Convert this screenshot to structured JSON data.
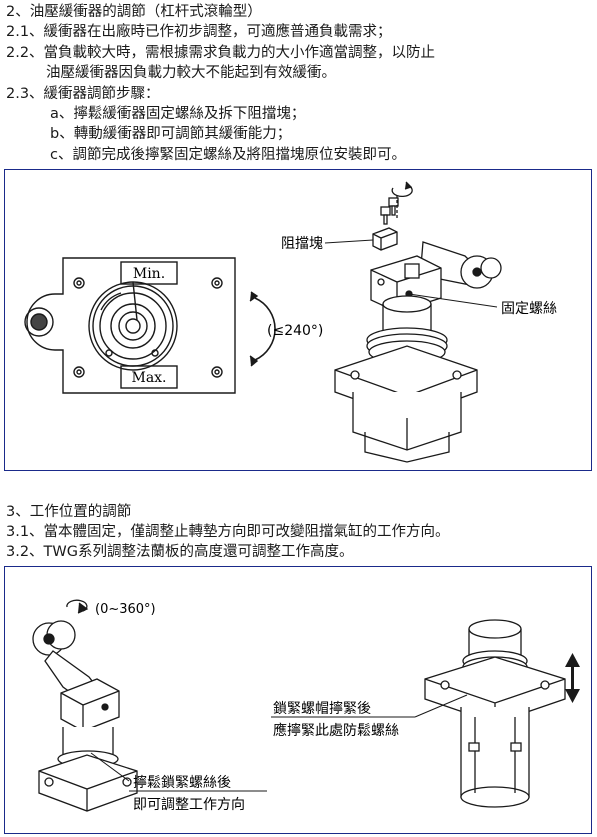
{
  "section2": {
    "title": "2、油壓緩衝器的調節（杠杆式滾輪型）",
    "p21": "2.1、緩衝器在出廠時已作初步調整，可適應普通負載需求；",
    "p22a": "2.2、當負載較大時，需根據需求負載力的大小作適當調整，以防止",
    "p22b": "油壓緩衝器因負載力較大不能起到有效緩衝。",
    "p23": "2.3、緩衝器調節步驟：",
    "step_a": "a、擰鬆緩衝器固定螺絲及拆下阻擋塊；",
    "step_b": "b、轉動緩衝器即可調節其緩衝能力；",
    "step_c": "c、調節完成後擰緊固定螺絲及將阻擋塊原位安裝即可。"
  },
  "figure1": {
    "min_label": "Min.",
    "max_label": "Max.",
    "angle_label": "(≤240°)",
    "block_label": "阻擋塊",
    "screw_label": "固定螺絲"
  },
  "section3": {
    "title": "3、工作位置的調節",
    "p31": "3.1、當本體固定，僅調整止轉墊方向即可改變阻擋氣缸的工作方向。",
    "p32": "3.2、TWG系列調整法蘭板的高度還可調整工作高度。"
  },
  "figure2": {
    "rotate_label": "(0~360°)",
    "lock_label_1": "鎖緊螺帽擰緊後",
    "lock_label_2": "應擰緊此處防鬆螺絲",
    "loosen_label_1": "擰鬆鎖緊螺絲後",
    "loosen_label_2": "即可調整工作方向"
  },
  "colors": {
    "frame": "#1a2a8a",
    "ink": "#1a1a1a"
  }
}
